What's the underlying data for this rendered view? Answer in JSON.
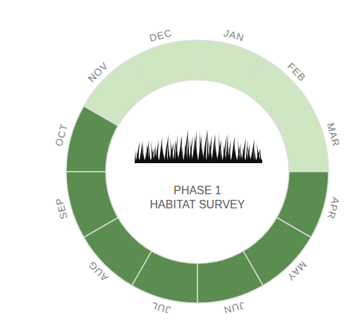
{
  "diagram": {
    "nodes": [
      {
        "text": [
          "PHASE 1 HABITAT SURVEY"
        ]
      }
    ],
    "labels": [
      "JAN",
      "FEB",
      "MAR",
      "APR",
      "MAY",
      "JUN",
      "JUL",
      "AUG",
      "SEP",
      "OCT",
      "NOV",
      "DEC"
    ]
  }
}
